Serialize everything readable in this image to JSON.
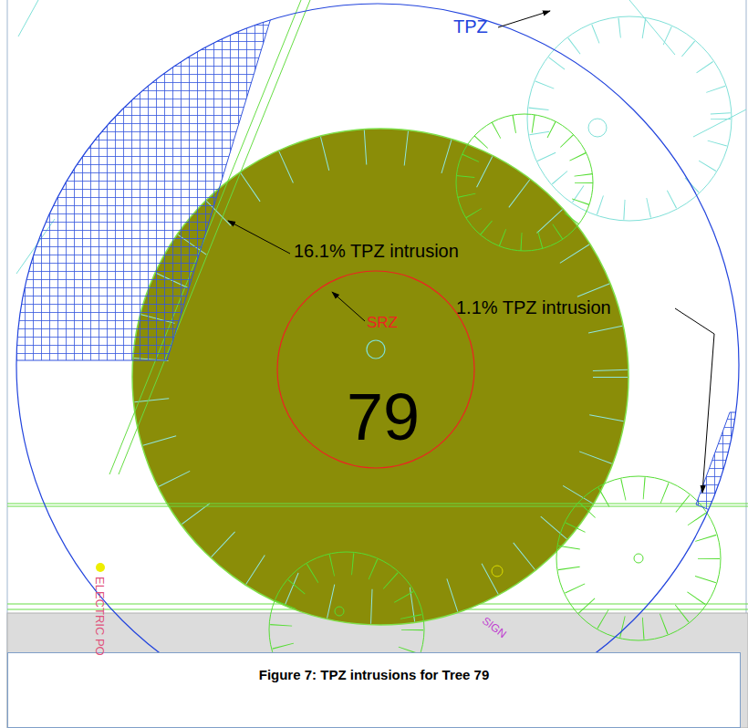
{
  "diagram": {
    "caption": "Figure 7: TPZ intrusions for Tree 79",
    "labels": [
      "TPZ",
      "16.1% TPZ intrusion",
      "SRZ",
      "79",
      "1.1% TPZ intrusion",
      "ELECTRIC PO",
      "SIGN"
    ]
  }
}
